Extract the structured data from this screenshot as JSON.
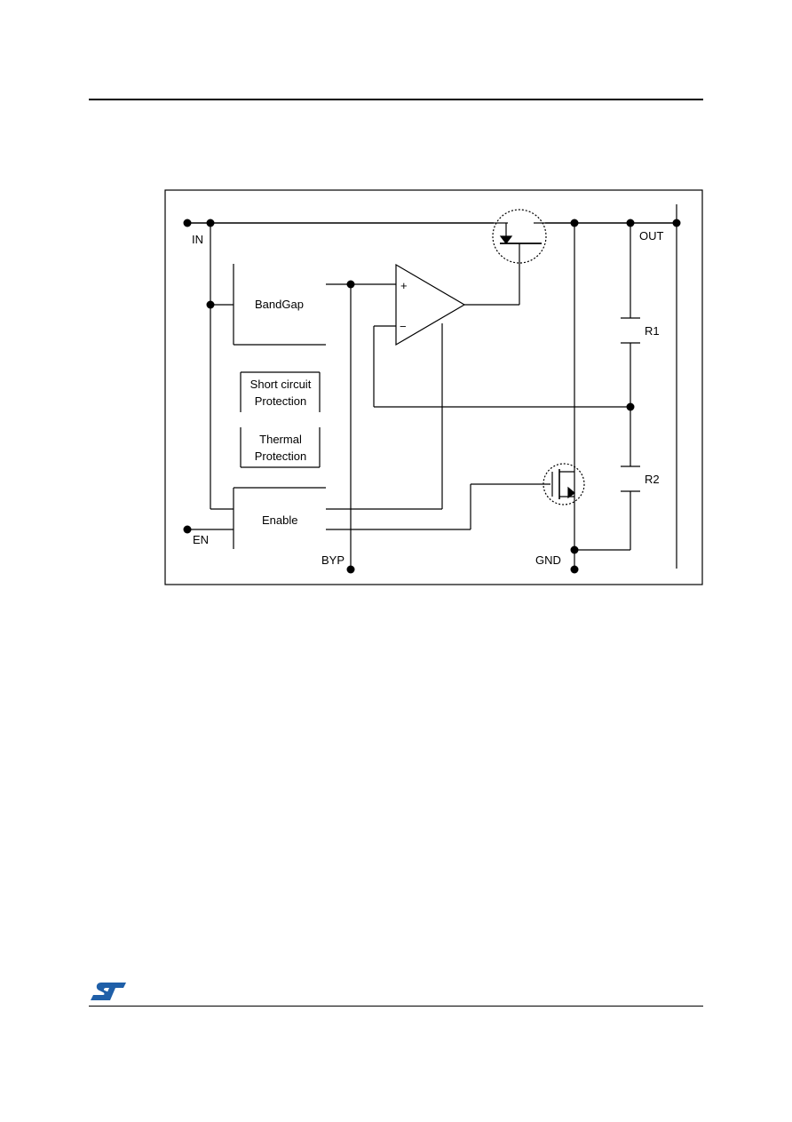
{
  "diagram": {
    "pins": {
      "in": "IN",
      "out": "OUT",
      "en": "EN",
      "byp": "BYP",
      "gnd": "GND"
    },
    "blocks": {
      "bandgap": "BandGap",
      "short_circuit_line1": "Short circuit",
      "short_circuit_line2": "Protection",
      "thermal_line1": "Thermal",
      "thermal_line2": "Protection",
      "enable": "Enable"
    },
    "resistors": {
      "r1": "R1",
      "r2": "R2"
    },
    "amplifier": {
      "plus": "+",
      "minus": "−"
    }
  },
  "footer": {
    "logo_icon": "st-logo-icon",
    "brand_color": "#1f5fa8"
  }
}
